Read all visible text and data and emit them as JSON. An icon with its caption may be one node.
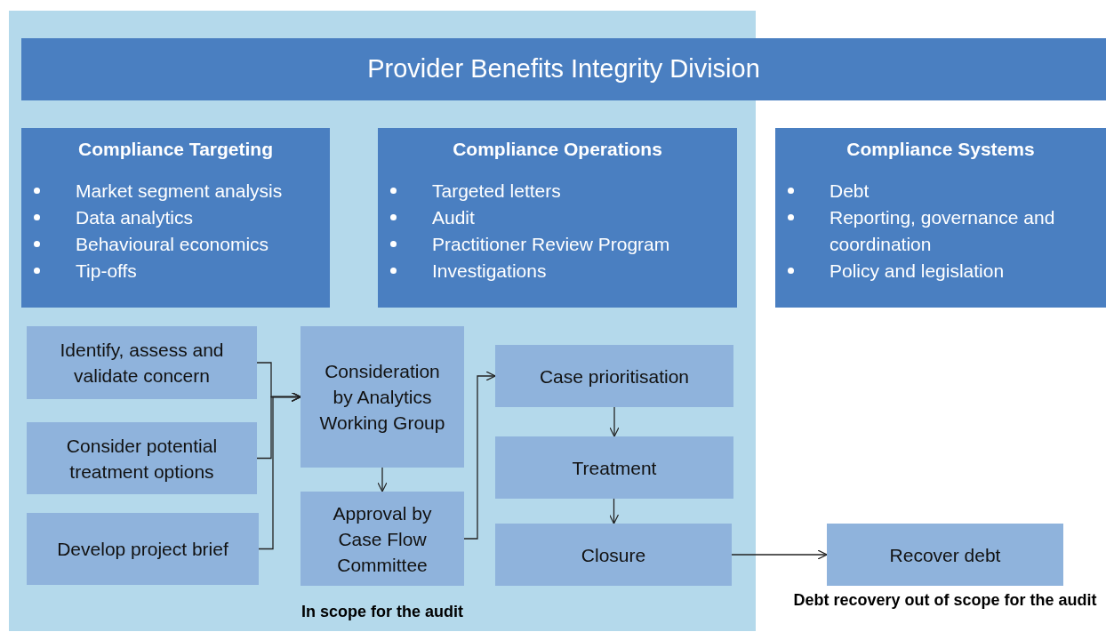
{
  "diagram": {
    "nodes": [
      {
        "text": [
          "In scope for the audit"
        ]
      },
      {
        "text": [
          "Provider Benefits Integrity Division"
        ]
      },
      {
        "text": [
          "Compliance Targeting",
          "Market segment analysis",
          "Data analytics",
          "Behavioural economics",
          "Tip-offs"
        ],
        "in": 0
      },
      {
        "text": [
          "Compliance Operations",
          "Targeted letters",
          "Audit",
          "Practitioner Review Program",
          "Investigations"
        ],
        "in": 0
      },
      {
        "text": [
          "Compliance Systems",
          "Debt",
          "Reporting, governance and coordination",
          "Policy and legislation"
        ]
      },
      {
        "text": [
          "Identify, assess and validate concern"
        ],
        "in": 0
      },
      {
        "text": [
          "Consider potential treatment options"
        ],
        "in": 0
      },
      {
        "text": [
          "Develop project brief"
        ],
        "in": 0
      },
      {
        "text": [
          "Consideration by Analytics Working Group"
        ],
        "in": 0
      },
      {
        "text": [
          "Approval by Case Flow Committee"
        ],
        "in": 0
      },
      {
        "text": [
          "Case prioritisation"
        ],
        "in": 0
      },
      {
        "text": [
          "Treatment"
        ],
        "in": 0
      },
      {
        "text": [
          "Closure"
        ],
        "in": 0
      },
      {
        "text": [
          "Recover debt"
        ],
        "beside": [
          "Debt recovery out of scope for the audit"
        ]
      }
    ],
    "edges": [
      {
        "from": 5,
        "to": 8,
        "arrow": "to"
      },
      {
        "from": 6,
        "to": 8,
        "arrow": "to"
      },
      {
        "from": 7,
        "to": 8,
        "arrow": "to"
      },
      {
        "from": 8,
        "to": 9,
        "arrow": "to"
      },
      {
        "from": 9,
        "to": 10,
        "arrow": "to"
      },
      {
        "from": 10,
        "to": 11,
        "arrow": "to"
      },
      {
        "from": 11,
        "to": 12,
        "arrow": "to"
      },
      {
        "from": 12,
        "to": 13,
        "arrow": "to"
      }
    ]
  }
}
